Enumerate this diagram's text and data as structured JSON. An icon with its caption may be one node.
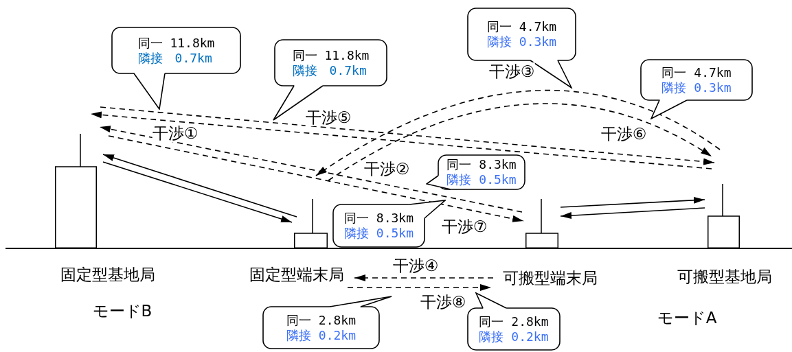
{
  "diagram": {
    "nodes": [
      {
        "text": [
          "固定型基地局"
        ]
      },
      {
        "text": [
          "固定型端末局"
        ]
      },
      {
        "text": [
          "可搬型端末局"
        ]
      },
      {
        "text": [
          "可搬型基地局"
        ]
      },
      {
        "text": [
          "同一 11.8km",
          "隣接　0.7km"
        ]
      },
      {
        "text": [
          "同一 11.8km",
          "隣接　0.7km"
        ]
      },
      {
        "text": [
          "同一 4.7km",
          "隣接 0.3km"
        ]
      },
      {
        "text": [
          "同一 4.7km",
          "隣接 0.3km"
        ]
      },
      {
        "text": [
          "同一 8.3km",
          "隣接 0.5km"
        ]
      },
      {
        "text": [
          "同一 8.3km",
          "隣接 0.5km"
        ]
      },
      {
        "text": [
          "同一 2.8km",
          "隣接 0.2km"
        ]
      },
      {
        "text": [
          "同一 2.8km",
          "隣接 0.2km"
        ]
      }
    ],
    "edges": [
      {
        "from": 1,
        "to": 0,
        "arrow": "to"
      },
      {
        "from": 0,
        "to": 1,
        "arrow": "to"
      },
      {
        "from": 2,
        "to": 3,
        "arrow": "to"
      },
      {
        "from": 3,
        "to": 2,
        "arrow": "to"
      },
      {
        "from": 3,
        "to": 0,
        "arrow": "to",
        "style": "dashed",
        "label": "干渉①"
      },
      {
        "from": 2,
        "to": 0,
        "arrow": "to",
        "style": "dashed",
        "label": "干渉②"
      },
      {
        "from": 3,
        "to": 1,
        "arrow": "to",
        "style": "dashed",
        "label": "干渉③"
      },
      {
        "from": 2,
        "to": 1,
        "arrow": "to",
        "style": "dashed",
        "label": "干渉④"
      },
      {
        "from": 0,
        "to": 3,
        "arrow": "to",
        "style": "dashed",
        "label": "干渉⑤"
      },
      {
        "from": 1,
        "to": 3,
        "arrow": "to",
        "style": "dashed",
        "label": "干渉⑥"
      },
      {
        "from": 0,
        "to": 2,
        "arrow": "to",
        "style": "dashed",
        "label": "干渉⑦"
      },
      {
        "from": 1,
        "to": 2,
        "arrow": "to",
        "style": "dashed",
        "label": "干渉⑧"
      }
    ],
    "labels": [
      "モードB",
      "モードA"
    ]
  }
}
